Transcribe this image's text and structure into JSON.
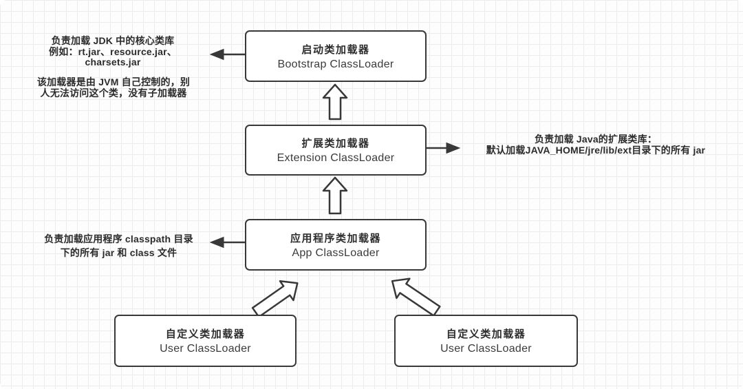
{
  "diagram": {
    "boxes": {
      "bootstrap": {
        "zh": "启动类加载器",
        "en": "Bootstrap ClassLoader"
      },
      "extension": {
        "zh": "扩展类加载器",
        "en": "Extension ClassLoader"
      },
      "app": {
        "zh": "应用程序类加载器",
        "en": "App ClassLoader"
      },
      "user_left": {
        "zh": "自定义类加载器",
        "en": "User ClassLoader"
      },
      "user_right": {
        "zh": "自定义类加载器",
        "en": "User ClassLoader"
      }
    },
    "notes": {
      "bootstrap": [
        "负责加载 JDK 中的核心类库",
        "例如：rt.jar、resource.jar、",
        "charsets.jar"
      ],
      "jvm_control": [
        "该加载器是由 JVM 自己控制的，别",
        "人无法访问这个类，没有子加载器"
      ],
      "extension": [
        "负责加载 Java的扩展类库：",
        "默认加载JAVA_HOME/jre/lib/ext目录下的所有 jar"
      ],
      "app": [
        "负责加载应用程序 classpath 目录",
        "下的所有 jar 和 class 文件"
      ]
    },
    "colors": {
      "stroke": "#383838",
      "box_fill": "#ffffff",
      "grid_line": "#ececec",
      "background": "#fdfdfd",
      "text": "#2b2b2b"
    }
  }
}
